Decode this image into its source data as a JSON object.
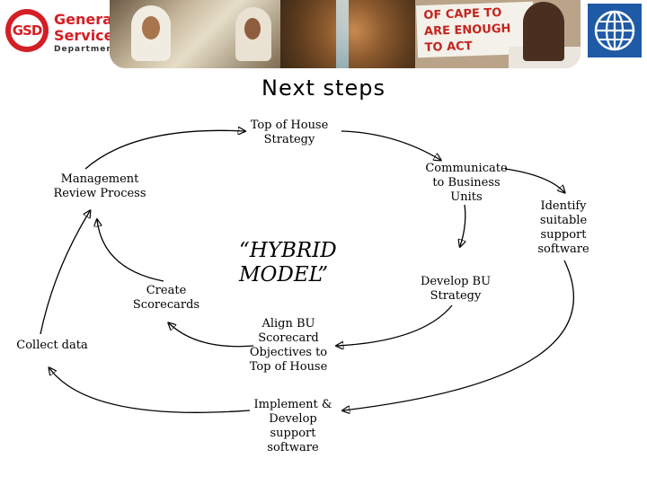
{
  "header": {
    "logo_gsd": {
      "monogram": "GSD",
      "lines": [
        "General",
        "Services",
        "Department"
      ]
    },
    "photo_sign": [
      "OF CAPE TO",
      "ARE ENOUGH",
      "TO ACT"
    ],
    "world_bank_logo": "world-bank-globe-icon"
  },
  "title": "Next steps",
  "diagram": {
    "center": [
      "“HYBRID",
      "MODEL”"
    ],
    "nodes": {
      "top_of_house": [
        "Top of House",
        "Strategy"
      ],
      "communicate": [
        "Communicate",
        "to Business",
        "Units"
      ],
      "identify": [
        "Identify",
        "suitable",
        "support",
        "software"
      ],
      "develop_bu": [
        "Develop BU",
        "Strategy"
      ],
      "align_bu": [
        "Align BU",
        "Scorecard",
        "Objectives to",
        "Top of House"
      ],
      "implement": [
        "Implement &",
        "Develop",
        "support",
        "software"
      ],
      "collect": [
        "Collect data"
      ],
      "create": [
        "Create",
        "Scorecards"
      ],
      "management": [
        "Management",
        "Review Process"
      ]
    }
  },
  "colors": {
    "gsd_red": "#d31f26",
    "world_bank_blue": "#1f5aa6",
    "text": "#000000"
  }
}
